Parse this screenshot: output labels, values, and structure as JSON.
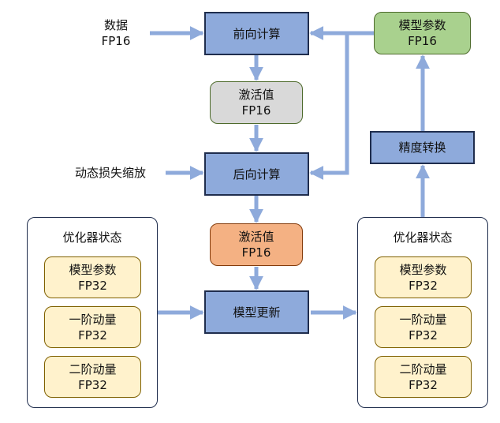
{
  "colors": {
    "arrow": "#8eaadb",
    "process_fill": "#8eaadb",
    "process_border": "#1f2d4d",
    "activation_fp16_forward_fill": "#d9d9d9",
    "model_params_fp16_fill": "#a9d18e",
    "activation_fp16_backward_fill": "#f4b183",
    "fp32_state_fill": "#fff2cc"
  },
  "inputs": {
    "data": {
      "line1": "数据",
      "line2": "FP16"
    },
    "loss_scaling": {
      "label": "动态损失缩放"
    }
  },
  "nodes": {
    "forward": {
      "label": "前向计算"
    },
    "activation_forward": {
      "line1": "激活值",
      "line2": "FP16"
    },
    "backward": {
      "label": "后向计算"
    },
    "activation_backward": {
      "line1": "激活值",
      "line2": "FP16"
    },
    "update": {
      "label": "模型更新"
    },
    "model_params_fp16": {
      "line1": "模型参数",
      "line2": "FP16"
    },
    "precision_convert": {
      "label": "精度转换"
    }
  },
  "optimizer_left": {
    "title": "优化器状态",
    "items": [
      {
        "line1": "模型参数",
        "line2": "FP32"
      },
      {
        "line1": "一阶动量",
        "line2": "FP32"
      },
      {
        "line1": "二阶动量",
        "line2": "FP32"
      }
    ]
  },
  "optimizer_right": {
    "title": "优化器状态",
    "items": [
      {
        "line1": "模型参数",
        "line2": "FP32"
      },
      {
        "line1": "一阶动量",
        "line2": "FP32"
      },
      {
        "line1": "二阶动量",
        "line2": "FP32"
      }
    ]
  }
}
